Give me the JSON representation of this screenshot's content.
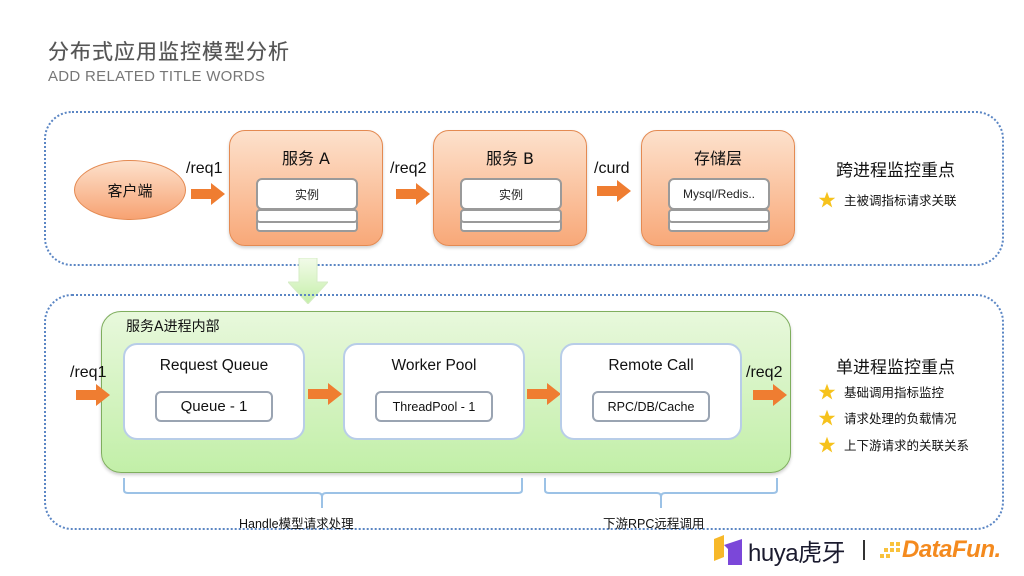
{
  "header": {
    "title": "分布式应用监控模型分析",
    "subtitle": "ADD RELATED TITLE WORDS"
  },
  "cross_process": {
    "client": "客户端",
    "arrows": [
      {
        "label": "/req1"
      },
      {
        "label": "/req2"
      },
      {
        "label": "/curd"
      }
    ],
    "services": [
      {
        "title": "服务 A",
        "instance": "实例"
      },
      {
        "title": "服务 B",
        "instance": "实例"
      },
      {
        "title": "存储层",
        "instance": "Mysql/Redis.."
      }
    ],
    "focus": {
      "title": "跨进程监控重点",
      "bullets": [
        "主被调指标请求关联"
      ]
    }
  },
  "single_process": {
    "container_title": "服务A进程内部",
    "in_label": "/req1",
    "out_label": "/req2",
    "stages": [
      {
        "title": "Request Queue",
        "inner": "Queue - 1"
      },
      {
        "title": "Worker Pool",
        "inner": "ThreadPool - 1"
      },
      {
        "title": "Remote Call",
        "inner": "RPC/DB/Cache"
      }
    ],
    "brackets": [
      {
        "label": "Handle模型请求处理"
      },
      {
        "label": "下游RPC远程调用"
      }
    ],
    "focus": {
      "title": "单进程监控重点",
      "bullets": [
        "基础调用指标监控",
        "请求处理的负载情况",
        "上下游请求的关联关系"
      ]
    }
  },
  "footer": {
    "huya_label": "huya虎牙",
    "datafun_label": "DataFun."
  },
  "colors": {
    "arrow_orange": "#ef7d31",
    "star_gold": "#f6c21c",
    "panel_border": "#5b86c4",
    "green_fill": "#c2efa8",
    "bracket_blue": "#9cc2e6"
  }
}
